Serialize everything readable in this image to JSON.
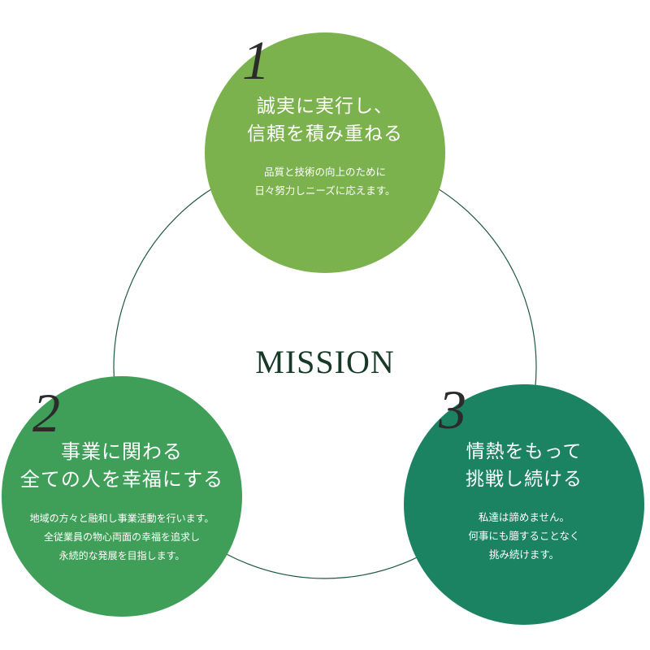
{
  "colors": {
    "ring": "#1e5a3c",
    "title": "#163a27",
    "number": "#2b2b2b",
    "circle_1": "#7cb24d",
    "circle_2": "#3f9f58",
    "circle_3": "#1b8262"
  },
  "center": {
    "title": "MISSION"
  },
  "items": [
    {
      "number": "1",
      "heading": [
        "誠実に実行し、",
        "信頼を積み重ねる"
      ],
      "description": [
        "品質と技術の向上のために",
        "日々努力しニーズに応えます。"
      ]
    },
    {
      "number": "2",
      "heading": [
        "事業に関わる",
        "全ての人を幸福にする"
      ],
      "description": [
        "地域の方々と融和し事業活動を行います。",
        "全従業員の物心両面の幸福を追求し",
        "永続的な発展を目指します。"
      ]
    },
    {
      "number": "3",
      "heading": [
        "情熱をもって",
        "挑戦し続ける"
      ],
      "description": [
        "私達は諦めません。",
        "何事にも臆することなく",
        "挑み続けます。"
      ]
    }
  ]
}
